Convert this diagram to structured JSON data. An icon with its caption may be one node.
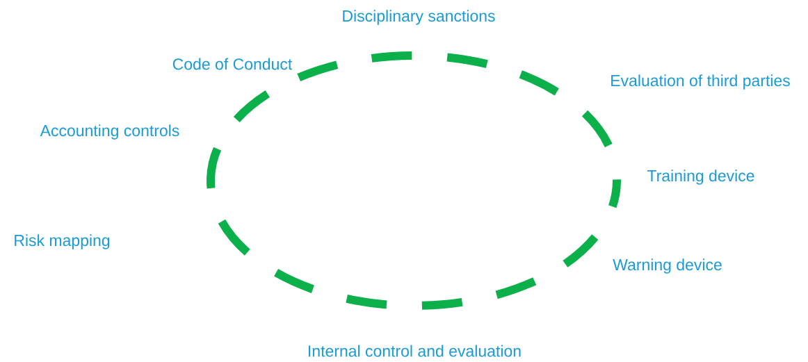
{
  "diagram": {
    "labels": [
      "Disciplinary sanctions",
      "Code of Conduct",
      "Evaluation of third parties",
      "Accounting controls",
      "Training device",
      "Risk mapping",
      "Warning device",
      "Internal control and evaluation"
    ]
  }
}
